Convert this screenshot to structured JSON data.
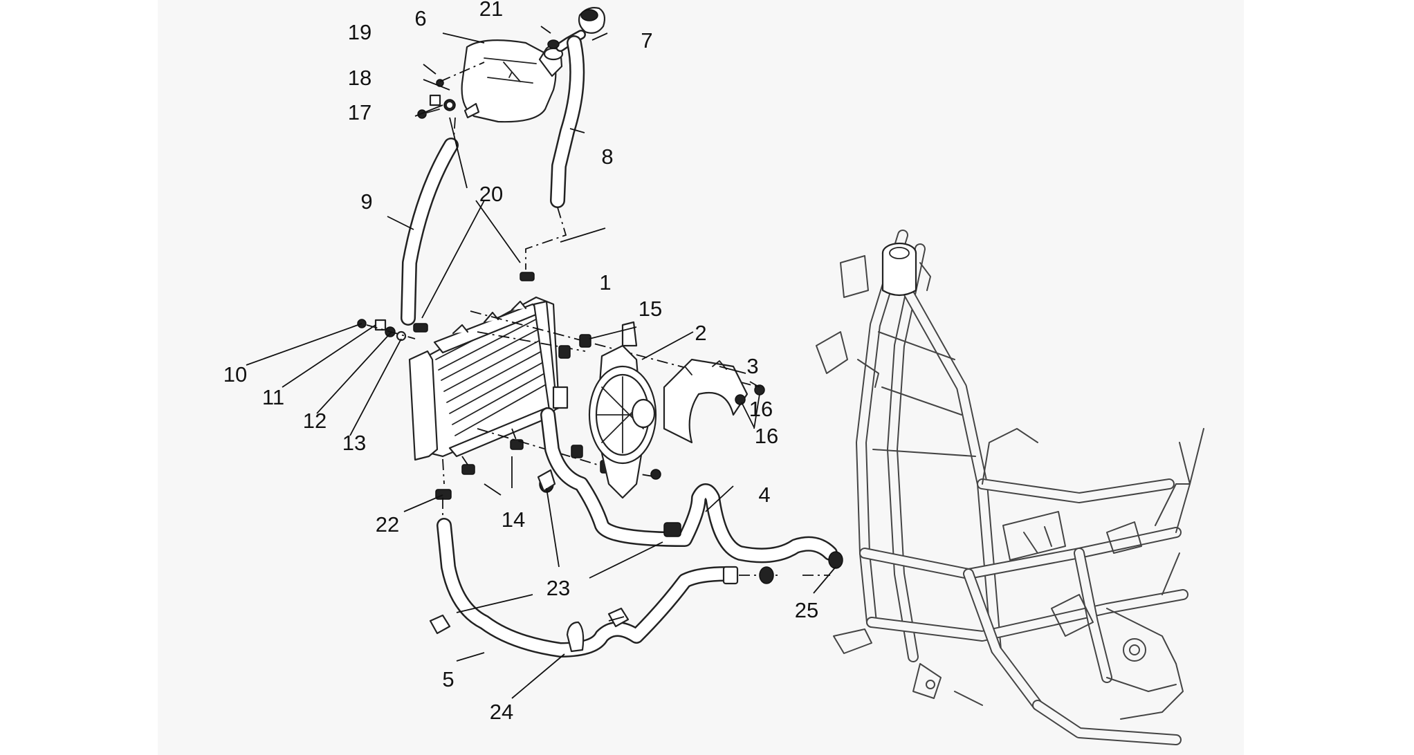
{
  "callouts": [
    {
      "id": "c1",
      "text": "1"
    },
    {
      "id": "c2",
      "text": "2"
    },
    {
      "id": "c3",
      "text": "3"
    },
    {
      "id": "c4",
      "text": "4"
    },
    {
      "id": "c5",
      "text": "5"
    },
    {
      "id": "c6",
      "text": "6"
    },
    {
      "id": "c7",
      "text": "7"
    },
    {
      "id": "c8",
      "text": "8"
    },
    {
      "id": "c9",
      "text": "9"
    },
    {
      "id": "c10",
      "text": "10"
    },
    {
      "id": "c11",
      "text": "11"
    },
    {
      "id": "c12",
      "text": "12"
    },
    {
      "id": "c13",
      "text": "13"
    },
    {
      "id": "c14",
      "text": "14"
    },
    {
      "id": "c15",
      "text": "15"
    },
    {
      "id": "c16a",
      "text": "16"
    },
    {
      "id": "c16b",
      "text": "16"
    },
    {
      "id": "c17",
      "text": "17"
    },
    {
      "id": "c18",
      "text": "18"
    },
    {
      "id": "c19",
      "text": "19"
    },
    {
      "id": "c20",
      "text": "20"
    },
    {
      "id": "c21",
      "text": "21"
    },
    {
      "id": "c22",
      "text": "22"
    },
    {
      "id": "c23",
      "text": "23"
    },
    {
      "id": "c24",
      "text": "24"
    },
    {
      "id": "c25",
      "text": "25"
    }
  ],
  "colors": {
    "line": "#222222",
    "panel_background": "#f7f7f7",
    "page_background": "#ffffff"
  }
}
